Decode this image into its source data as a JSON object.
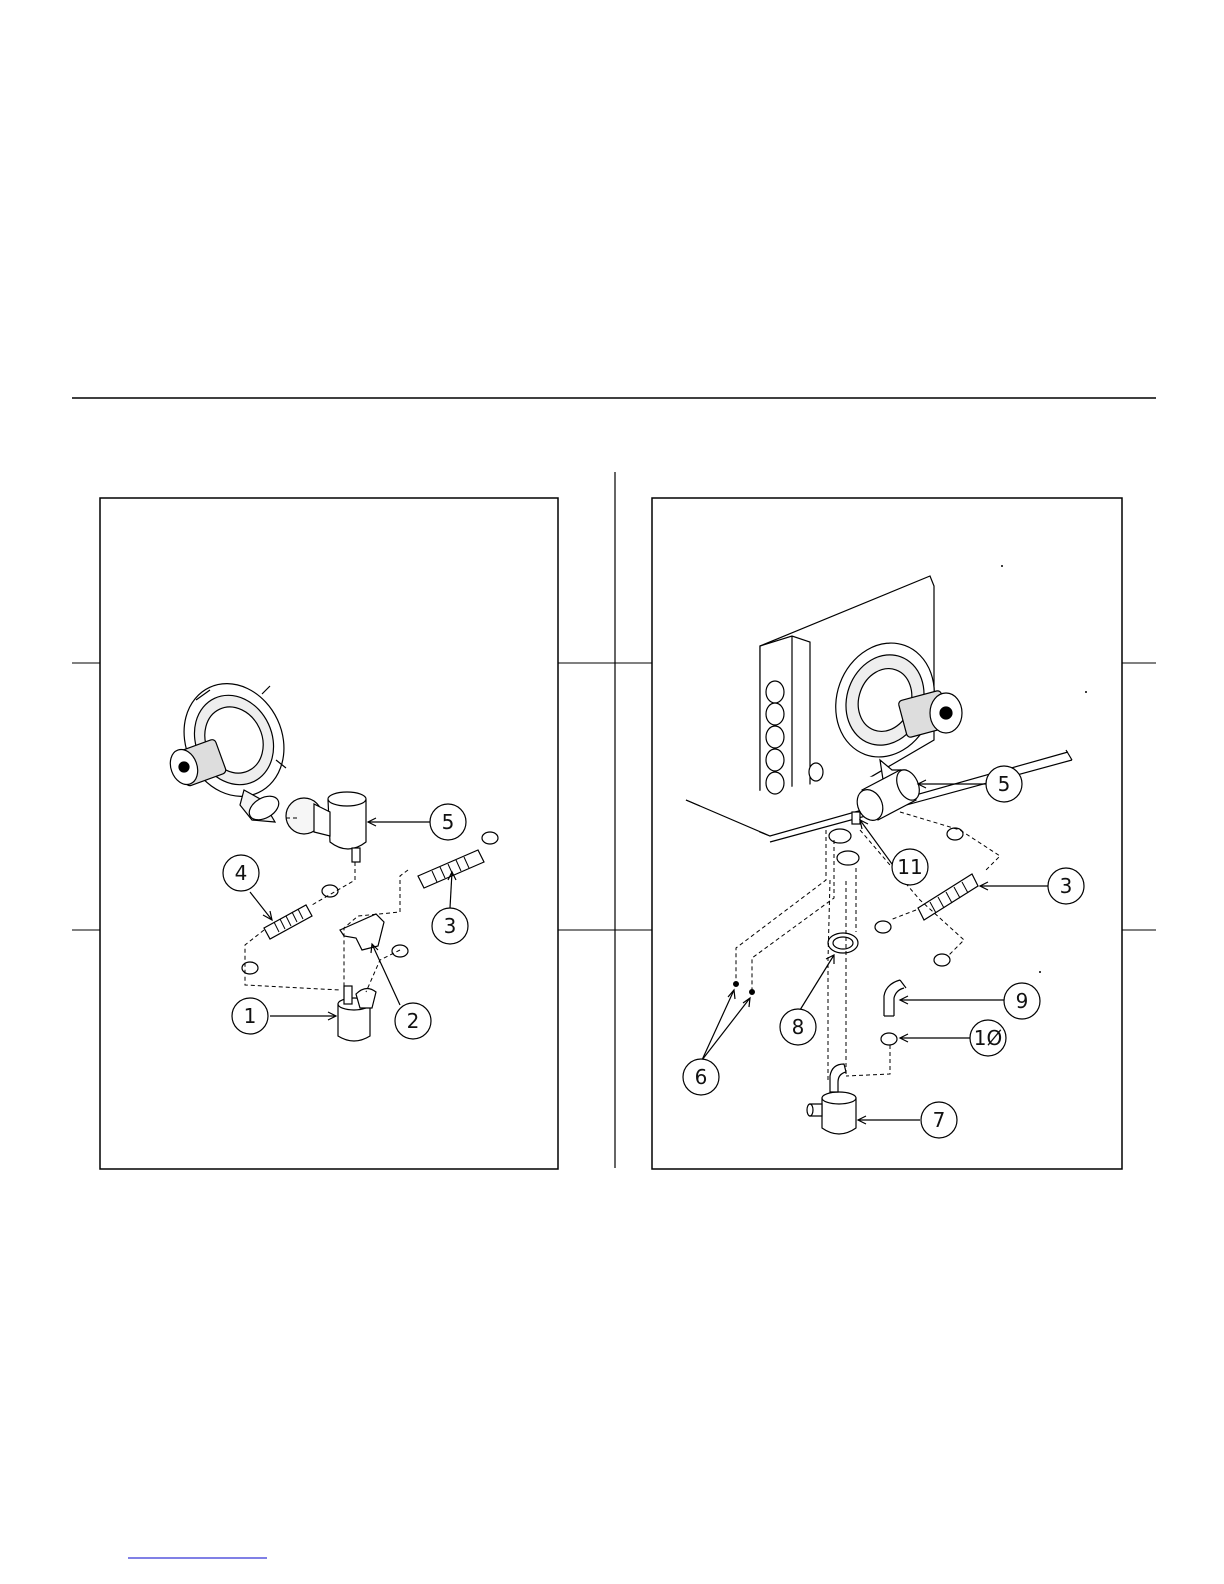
{
  "left_panel": {
    "callouts": [
      {
        "id": "1",
        "label": "1"
      },
      {
        "id": "2",
        "label": "2"
      },
      {
        "id": "3",
        "label": "3"
      },
      {
        "id": "4",
        "label": "4"
      },
      {
        "id": "5",
        "label": "5"
      }
    ]
  },
  "right_panel": {
    "callouts": [
      {
        "id": "3",
        "label": "3"
      },
      {
        "id": "5",
        "label": "5"
      },
      {
        "id": "6",
        "label": "6"
      },
      {
        "id": "7",
        "label": "7"
      },
      {
        "id": "8",
        "label": "8"
      },
      {
        "id": "9",
        "label": "9"
      },
      {
        "id": "10",
        "label": "1Ø"
      },
      {
        "id": "11",
        "label": "11"
      }
    ]
  }
}
